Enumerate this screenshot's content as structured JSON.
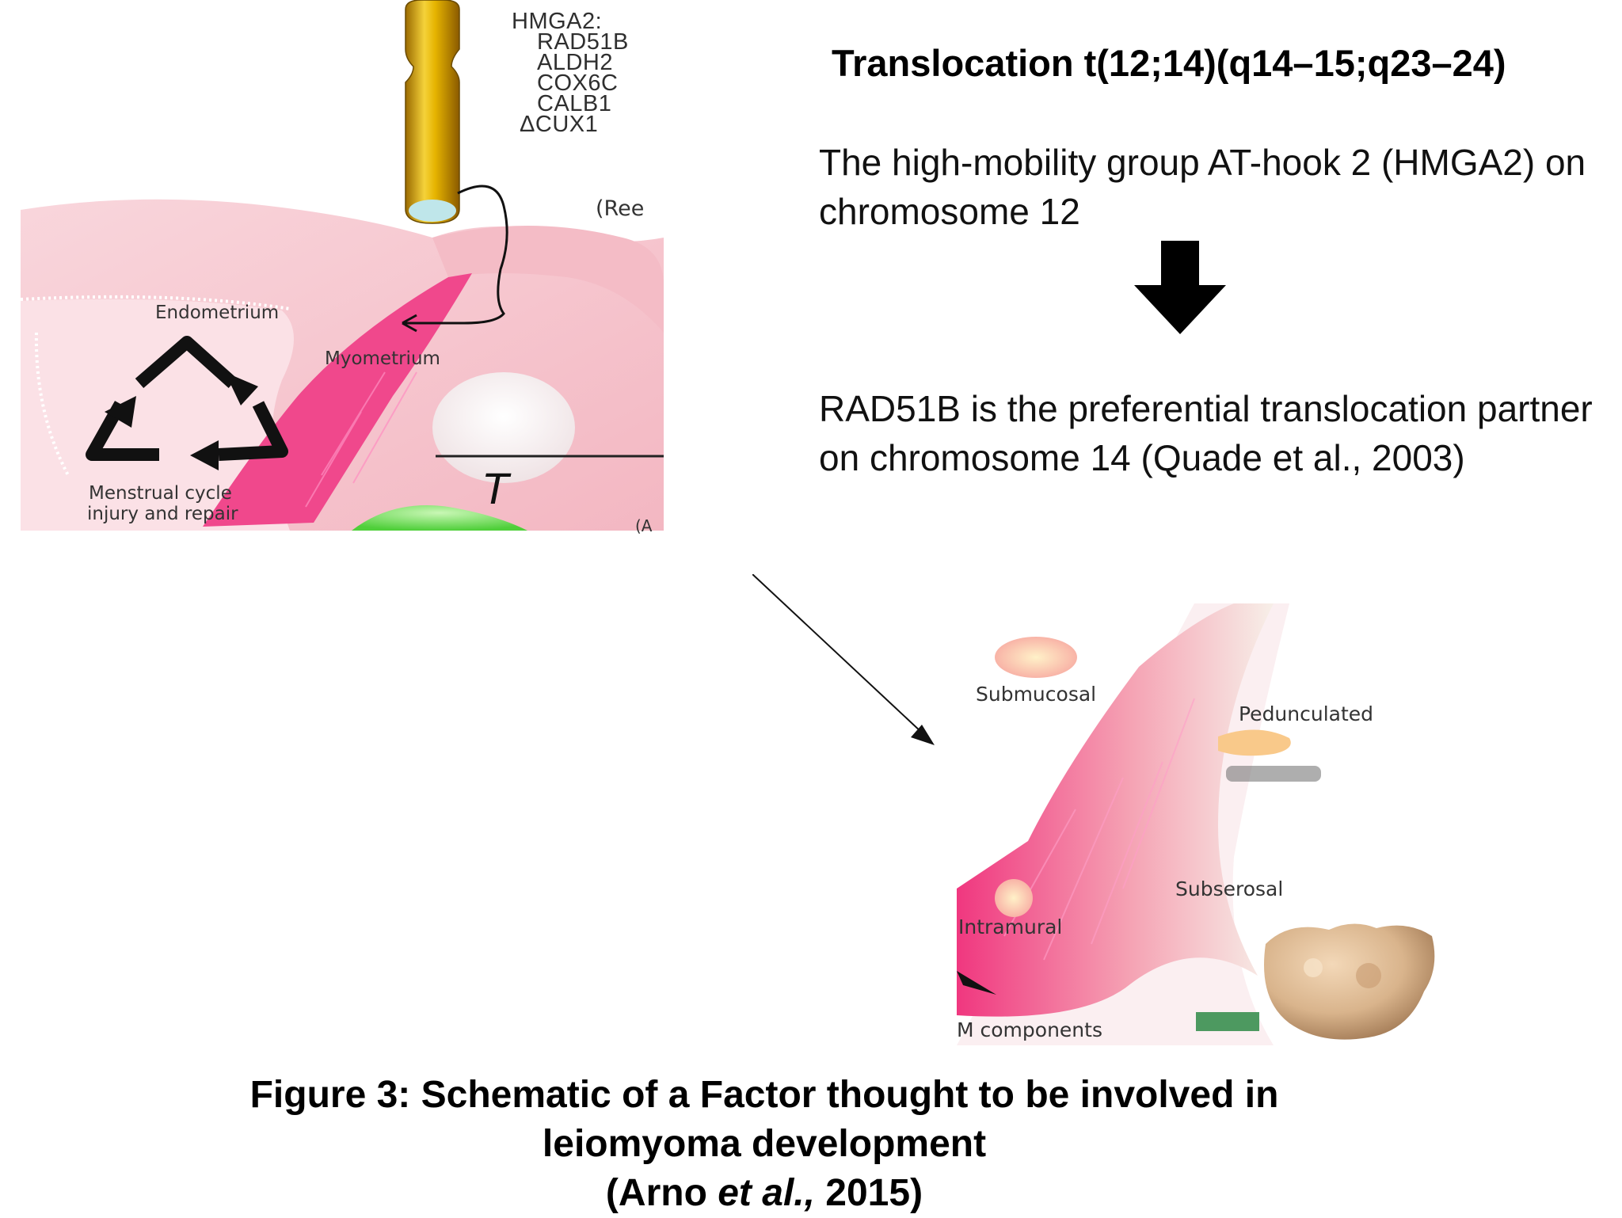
{
  "top_figure": {
    "genes_header": "HMGA2:",
    "genes": [
      "RAD51B",
      "ALDH2",
      "COX6C",
      "CALB1",
      "ΔCUX1"
    ],
    "labels": {
      "endometrium": "Endometrium",
      "myometrium": "Myometrium",
      "cycle_line1": "Menstrual cycle",
      "cycle_line2": "injury and repair",
      "ree": "(Ree",
      "t": "T",
      "partial": "(A"
    }
  },
  "right_text": {
    "heading": "Translocation t(12;14)(q14–15;q23–24)",
    "para1": "The high-mobility group AT-hook 2 (HMGA2) on chromosome 12",
    "para2": "RAD51B is the preferential translocation partner on chromosome 14 (Quade et al., 2003)"
  },
  "bottom_figure": {
    "labels": {
      "submucosal": "Submucosal",
      "pedunculated": "Pedunculated",
      "subserosal": "Subserosal",
      "intramural": "Intramural",
      "m_components": "M components"
    }
  },
  "caption": {
    "line1": "Figure 3: Schematic of a Factor thought to be involved in",
    "line2": "leiomyoma development",
    "line3_pre": "(Arno ",
    "line3_em": "et al.,",
    "line3_post": " 2015)"
  },
  "colors": {
    "myometrium_pink": "#f0488c",
    "uterus_light_pink": "#f7c9d0",
    "chromosome_gold": "#d9a400",
    "fibroid_orange": "#f9c98a",
    "nodule_green": "#8fe07a"
  }
}
